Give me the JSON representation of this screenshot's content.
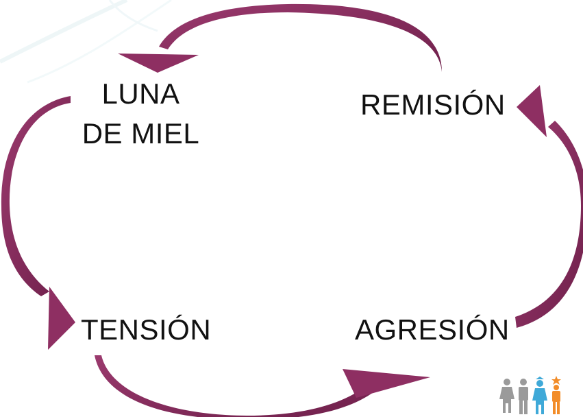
{
  "diagram": {
    "stages": {
      "luna_de_miel": {
        "line1": "LUNA",
        "line2": "DE MIEL"
      },
      "remision": "REMISIÓN",
      "tension": "TENSIÓN",
      "agresion": "AGRESIÓN"
    },
    "arrow_color": "#8e2f62",
    "arrow_dark": "#6e1f4a",
    "logo_colors": [
      "#9a9a9a",
      "#9a9a9a",
      "#3fa9d8",
      "#f28c28"
    ]
  }
}
